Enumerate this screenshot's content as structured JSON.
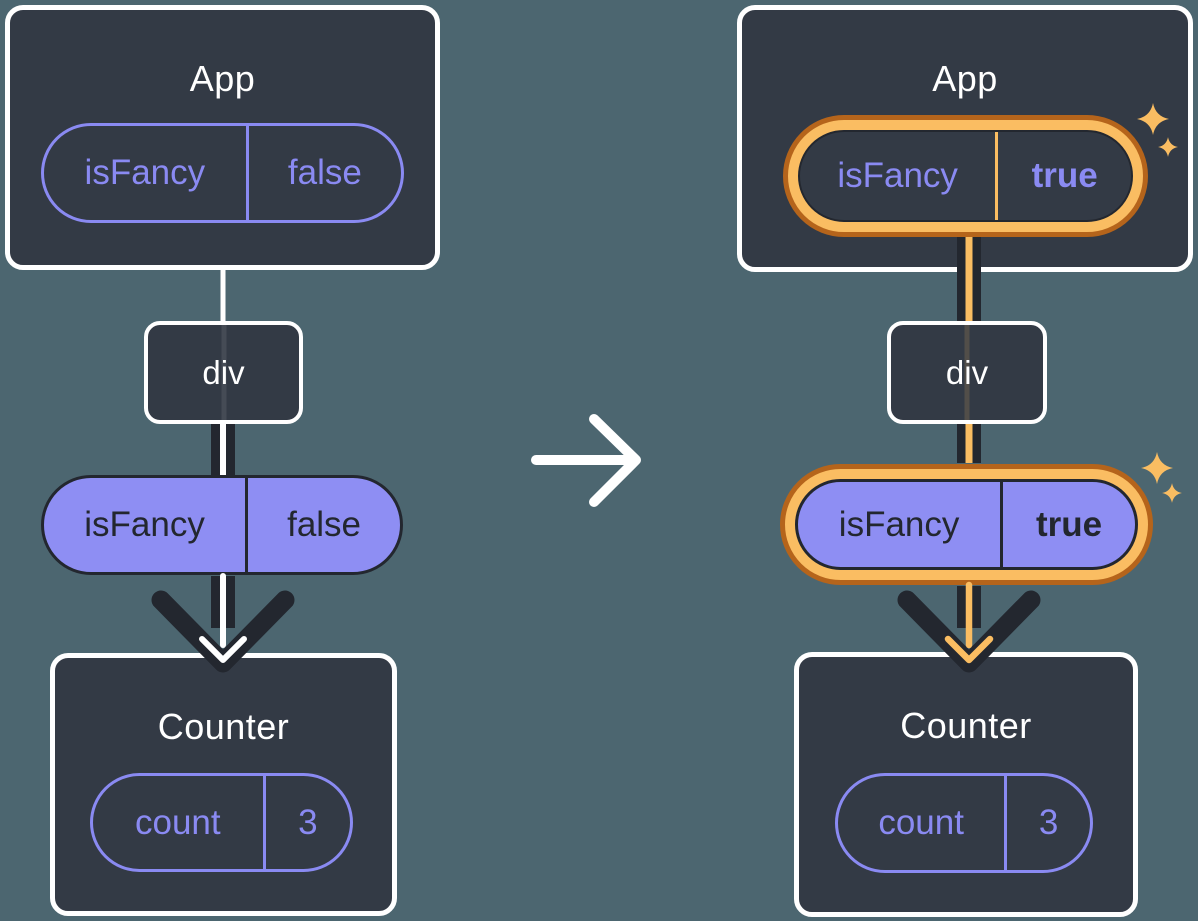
{
  "before": {
    "app": {
      "title": "App",
      "state": {
        "key": "isFancy",
        "value": "false"
      }
    },
    "div": {
      "label": "div"
    },
    "prop": {
      "key": "isFancy",
      "value": "false"
    },
    "counter": {
      "title": "Counter",
      "state": {
        "key": "count",
        "value": "3"
      }
    }
  },
  "after": {
    "app": {
      "title": "App",
      "state": {
        "key": "isFancy",
        "value": "true"
      }
    },
    "div": {
      "label": "div"
    },
    "prop": {
      "key": "isFancy",
      "value": "true"
    },
    "counter": {
      "title": "Counter",
      "state": {
        "key": "count",
        "value": "3"
      }
    }
  },
  "icons": {
    "transition_arrow": "right-arrow",
    "sparkle": "four-point-sparkle",
    "prop_flow_arrow": "down-arrow"
  },
  "colors": {
    "background": "#4C6670",
    "card_background": "#333A45",
    "card_border": "#FFFFFF",
    "purple": "#8A8AF2",
    "purple_fill": "#8E8EF3",
    "ink": "#23272F",
    "amber": "#FABD62",
    "orange_ring": "#B5641B",
    "white": "#FFFFFF"
  }
}
